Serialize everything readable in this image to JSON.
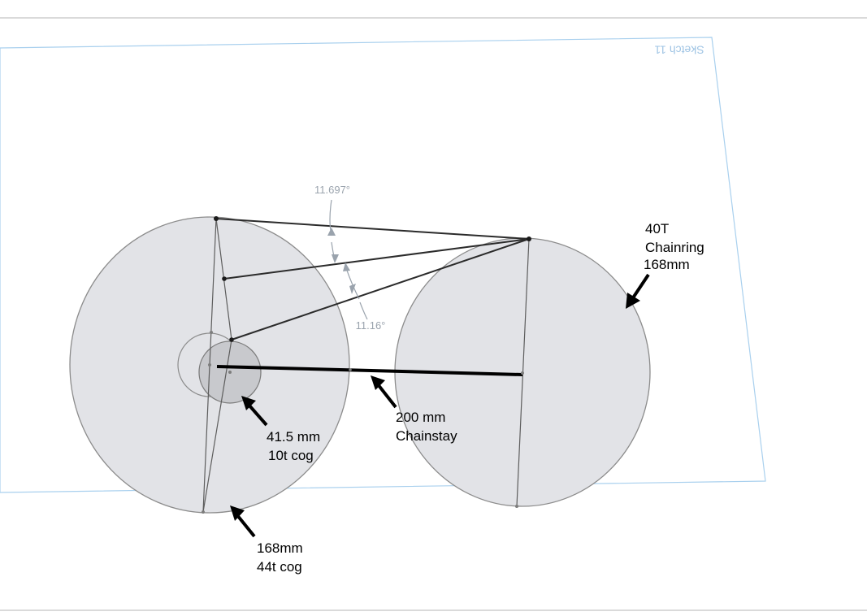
{
  "sketch": {
    "name": "Sketch 11"
  },
  "dimensions": {
    "angle_upper": "11.697°",
    "angle_lower": "11.16°"
  },
  "annotations": {
    "chainring": [
      "40T",
      "Chainring",
      "168mm"
    ],
    "chainstay": [
      "200 mm",
      "Chainstay"
    ],
    "small_cog": [
      "41.5 mm",
      "10t cog"
    ],
    "large_cog": [
      "168mm",
      "44t cog"
    ]
  },
  "colors": {
    "sketch_plane": "#a9d0ee",
    "circle_fill": "#e2e3e7",
    "circle_stroke": "#8c8c8c",
    "line": "#2b2b2b",
    "dimension": "#9aa3ad",
    "divider": "#b5b5b5"
  }
}
